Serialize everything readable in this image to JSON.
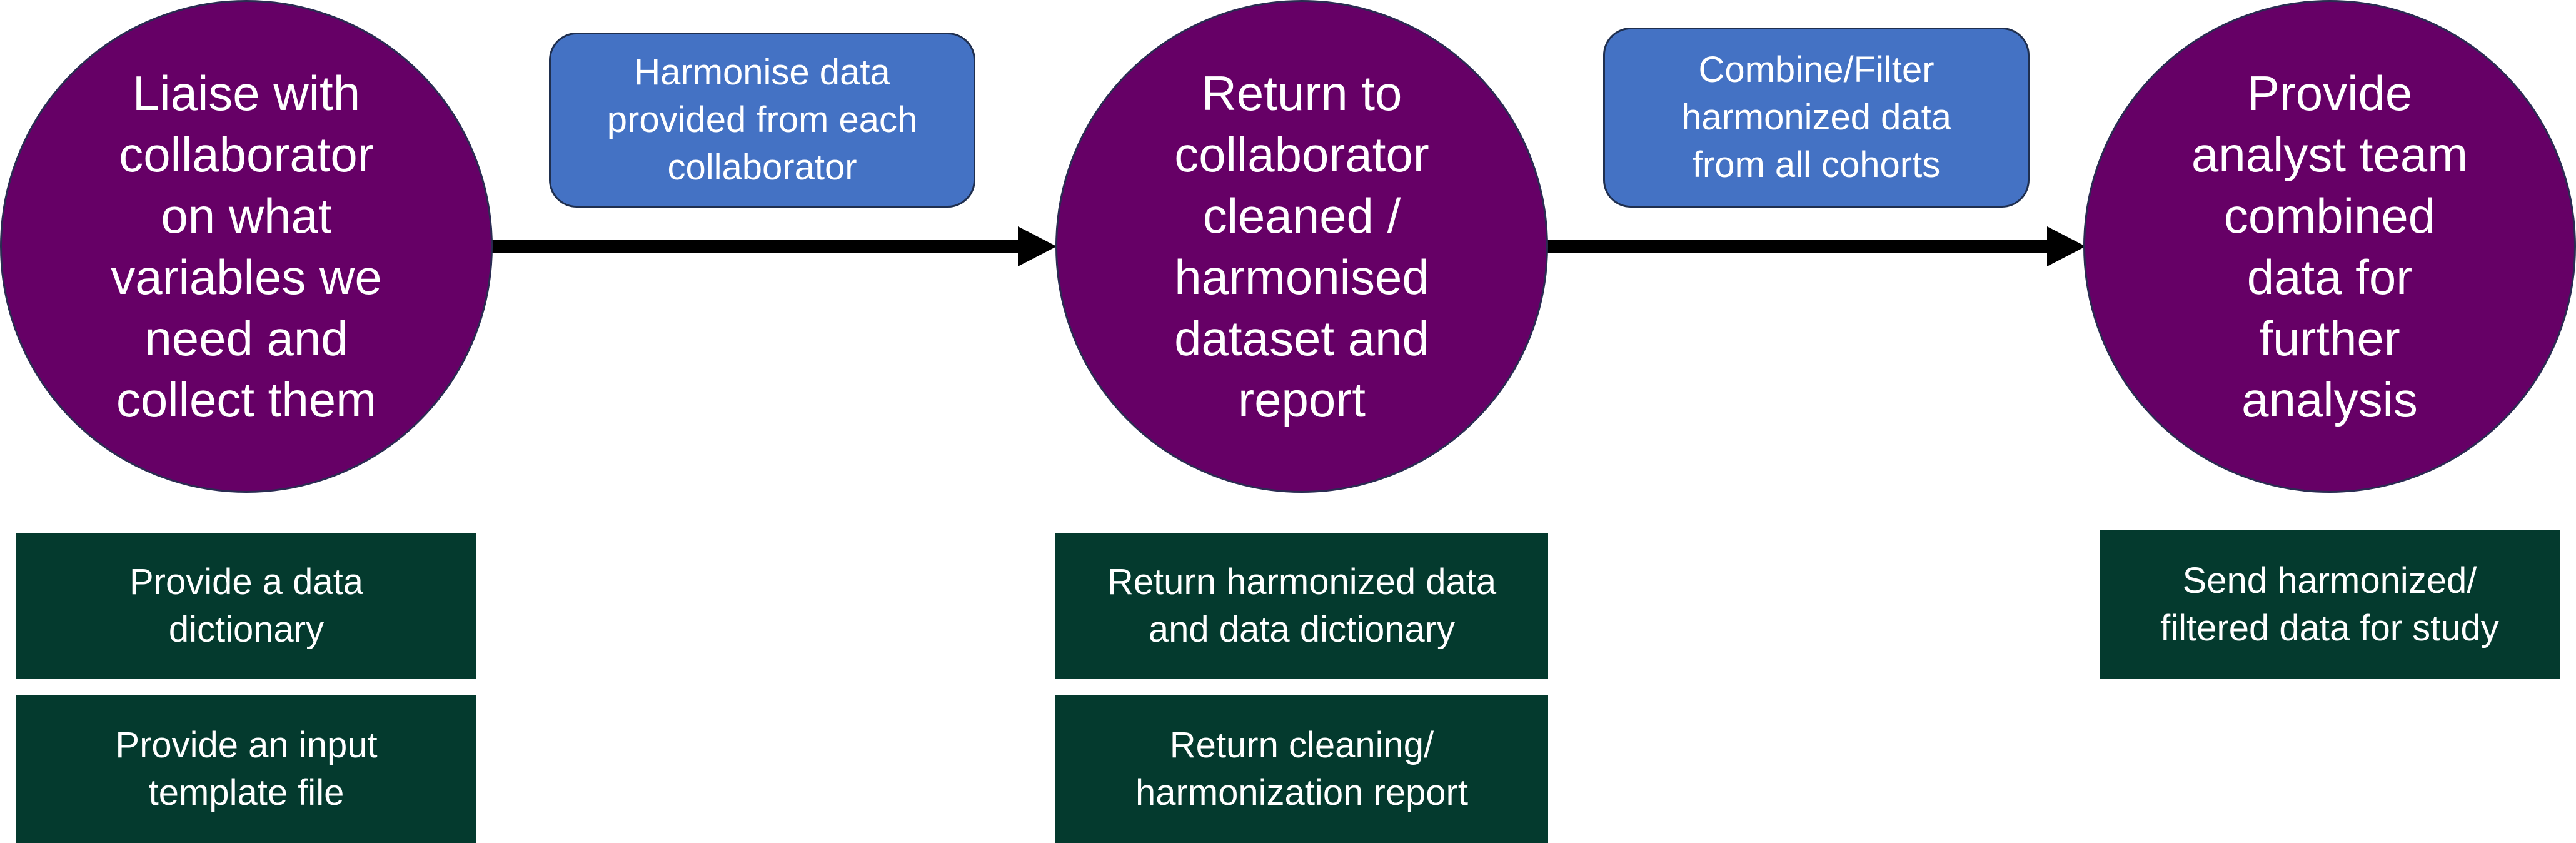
{
  "colors": {
    "step_circle": "#660066",
    "process_box": "#4472c4",
    "output_box": "#043a2e",
    "arrow": "#000000",
    "text": "#ffffff"
  },
  "steps": [
    {
      "label": "Liaise with\ncollaborator\non what\nvariables we\nneed and\ncollect them"
    },
    {
      "label": "Return to\ncollaborator\ncleaned /\nharmonised\ndataset and\nreport"
    },
    {
      "label": "Provide\nanalyst team\ncombined\ndata for\nfurther\nanalysis"
    }
  ],
  "transitions": [
    {
      "label": "Harmonise data\nprovided from each\ncollaborator"
    },
    {
      "label": "Combine/Filter\nharmonized data\nfrom all cohorts"
    }
  ],
  "outputs": {
    "step1": [
      {
        "label": "Provide a data\ndictionary"
      },
      {
        "label": "Provide an input\ntemplate file"
      }
    ],
    "step2": [
      {
        "label": "Return harmonized data\nand data dictionary"
      },
      {
        "label": "Return cleaning/\nharmonization report"
      }
    ],
    "step3": [
      {
        "label": "Send harmonized/\nfiltered data for study"
      }
    ]
  }
}
